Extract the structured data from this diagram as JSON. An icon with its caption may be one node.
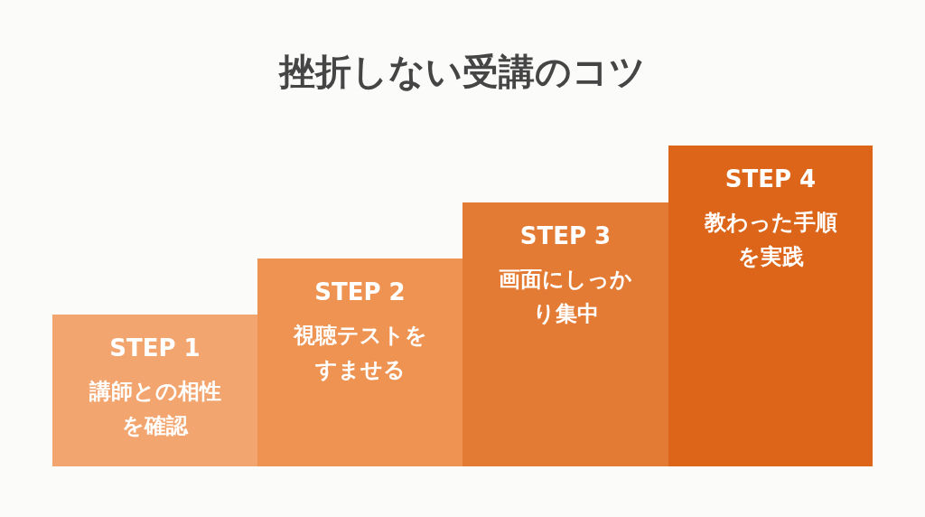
{
  "diagram": {
    "title": "挫折しない受講のコツ",
    "nodes": [
      {
        "text": [
          "STEP 1",
          "講師との相性を確認"
        ]
      },
      {
        "text": [
          "STEP 2",
          "視聴テストをすませる"
        ]
      },
      {
        "text": [
          "STEP 3",
          "画面にしっかり集中"
        ]
      },
      {
        "text": [
          "STEP 4",
          "教わった手順を実践"
        ]
      }
    ],
    "edges": []
  }
}
